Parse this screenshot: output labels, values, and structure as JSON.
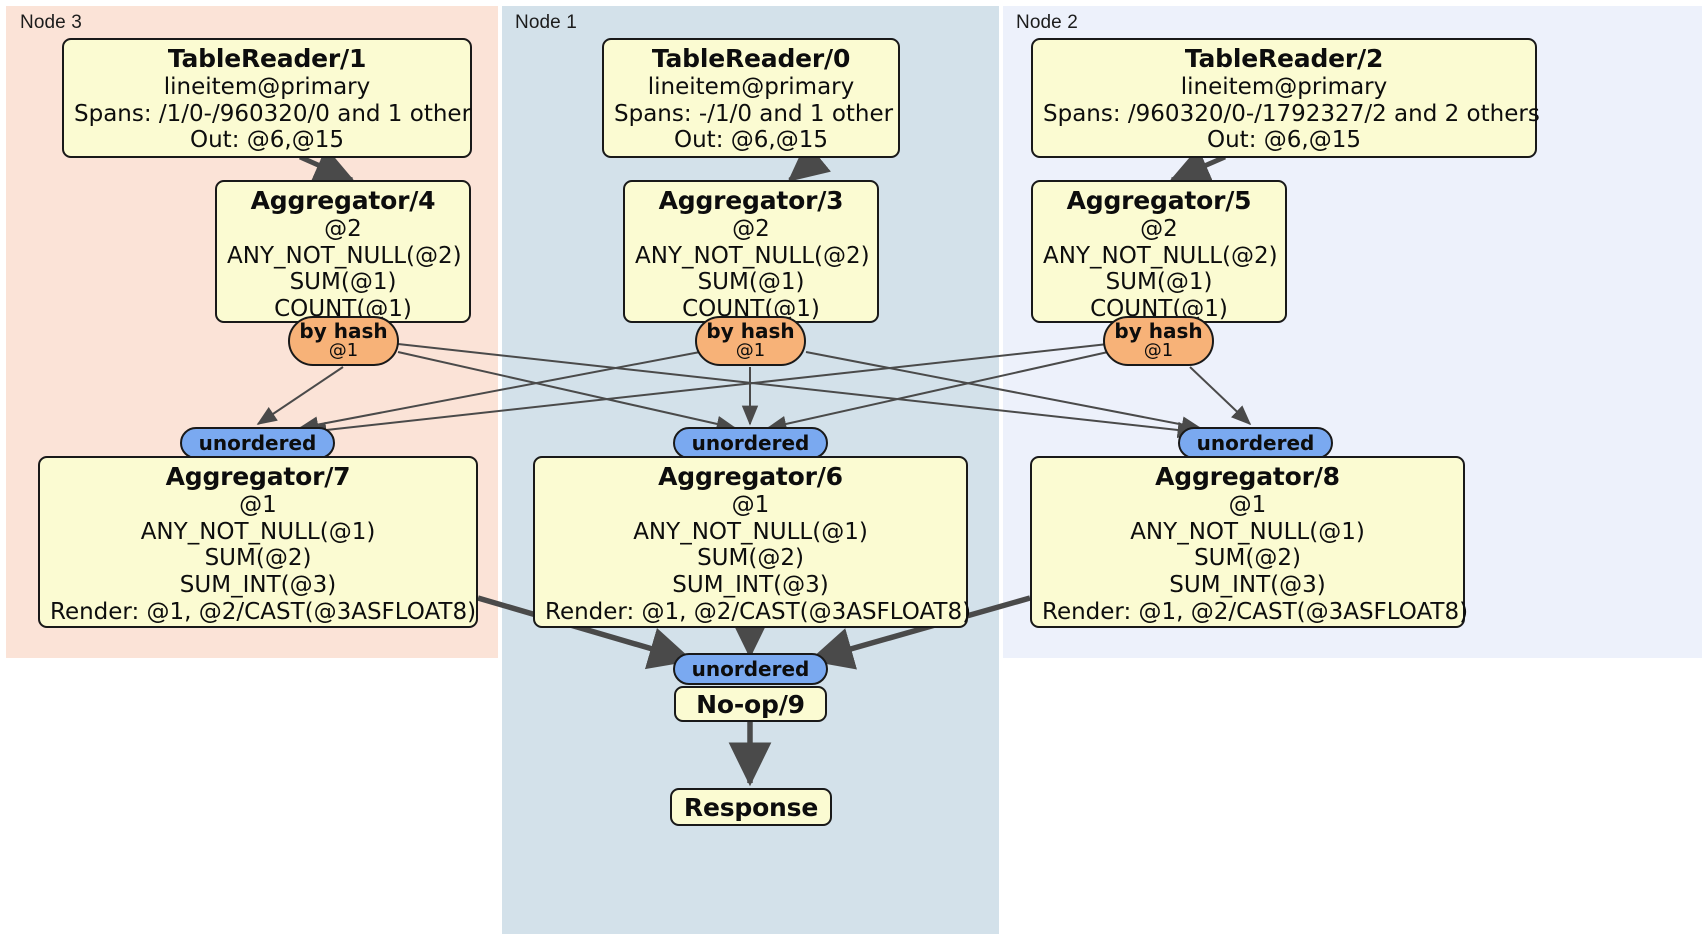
{
  "diagram": {
    "title": "Distributed query plan",
    "colors": {
      "node3_panel": "#fbe3d7",
      "node1_panel": "#d3e1ea",
      "node2_panel": "#edf1fb",
      "box_fill": "#fbfbd2",
      "box_stroke": "#191919",
      "hash_pill": "#f7b278",
      "unordered_pill": "#7aa9f0",
      "edge": "#4a4a4a"
    },
    "panels": [
      {
        "id": "node3",
        "label": "Node 3"
      },
      {
        "id": "node1",
        "label": "Node 1"
      },
      {
        "id": "node2",
        "label": "Node 2"
      }
    ],
    "boxes": {
      "tablereader1": {
        "title": "TableReader/1",
        "lines": [
          "lineitem@primary",
          "Spans: /1/0-/960320/0 and 1 other",
          "Out: @6,@15"
        ]
      },
      "tablereader0": {
        "title": "TableReader/0",
        "lines": [
          "lineitem@primary",
          "Spans: -/1/0 and 1 other",
          "Out: @6,@15"
        ]
      },
      "tablereader2": {
        "title": "TableReader/2",
        "lines": [
          "lineitem@primary",
          "Spans: /960320/0-/1792327/2 and 2 others",
          "Out: @6,@15"
        ]
      },
      "aggregator4": {
        "title": "Aggregator/4",
        "lines": [
          "@2",
          "ANY_NOT_NULL(@2)",
          "SUM(@1)",
          "COUNT(@1)"
        ]
      },
      "aggregator3": {
        "title": "Aggregator/3",
        "lines": [
          "@2",
          "ANY_NOT_NULL(@2)",
          "SUM(@1)",
          "COUNT(@1)"
        ]
      },
      "aggregator5": {
        "title": "Aggregator/5",
        "lines": [
          "@2",
          "ANY_NOT_NULL(@2)",
          "SUM(@1)",
          "COUNT(@1)"
        ]
      },
      "aggregator7": {
        "title": "Aggregator/7",
        "lines": [
          "@1",
          "ANY_NOT_NULL(@1)",
          "SUM(@2)",
          "SUM_INT(@3)",
          "Render: @1, @2/CAST(@3ASFLOAT8)"
        ]
      },
      "aggregator6": {
        "title": "Aggregator/6",
        "lines": [
          "@1",
          "ANY_NOT_NULL(@1)",
          "SUM(@2)",
          "SUM_INT(@3)",
          "Render: @1, @2/CAST(@3ASFLOAT8)"
        ]
      },
      "aggregator8": {
        "title": "Aggregator/8",
        "lines": [
          "@1",
          "ANY_NOT_NULL(@1)",
          "SUM(@2)",
          "SUM_INT(@3)",
          "Render: @1, @2/CAST(@3ASFLOAT8)"
        ]
      },
      "noop9": {
        "title": "No-op/9",
        "lines": []
      },
      "response": {
        "title": "Response",
        "lines": []
      }
    },
    "pills": {
      "hash_left": {
        "label": "by hash",
        "sub": "@1"
      },
      "hash_mid": {
        "label": "by hash",
        "sub": "@1"
      },
      "hash_right": {
        "label": "by hash",
        "sub": "@1"
      },
      "unord_left": {
        "label": "unordered",
        "sub": ""
      },
      "unord_mid": {
        "label": "unordered",
        "sub": ""
      },
      "unord_right": {
        "label": "unordered",
        "sub": ""
      },
      "unord_final": {
        "label": "unordered",
        "sub": ""
      }
    }
  }
}
